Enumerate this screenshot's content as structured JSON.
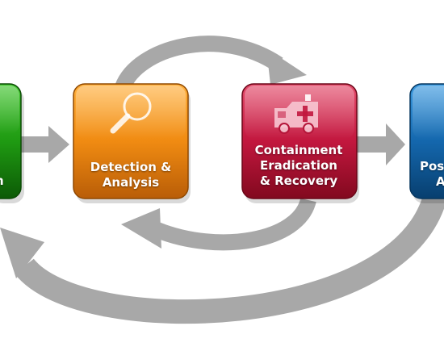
{
  "diagram": {
    "steps": [
      {
        "id": "preparation",
        "color": "#1f8f12",
        "lines": [
          "n"
        ]
      },
      {
        "id": "detection",
        "color": "#e8850f",
        "icon": "magnifying-glass-icon",
        "lines": [
          "Detection &",
          "Analysis"
        ]
      },
      {
        "id": "containment",
        "color": "#b5163a",
        "icon": "ambulance-icon",
        "lines": [
          "Containment",
          "Eradication",
          "& Recovery"
        ]
      },
      {
        "id": "post-incident",
        "color": "#0f5d9b",
        "lines": [
          "Pos",
          "A"
        ]
      }
    ],
    "arrow_color": "#a8a8a8"
  }
}
